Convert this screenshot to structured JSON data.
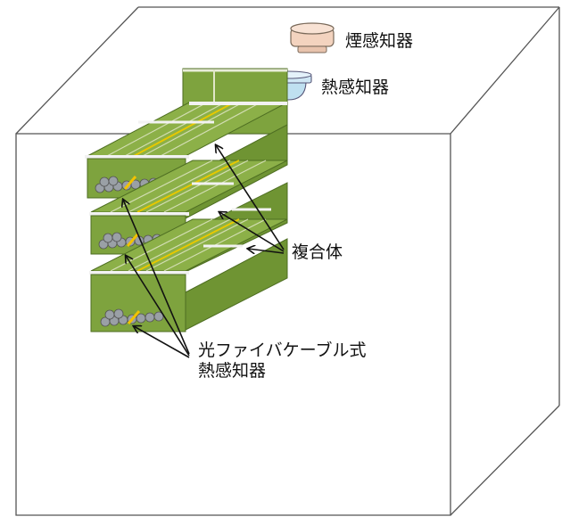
{
  "labels": {
    "smoke_detector": "煙感知器",
    "heat_detector": "熱感知器",
    "composite": "複合体",
    "fiber_line1": "光ファイバケーブル式",
    "fiber_line2": "熱感知器"
  },
  "colors": {
    "tray_green": "#7ea33e",
    "tray_dark": "#4e6e22",
    "stripe_light": "#e8ecd8",
    "cable_gray": "#9aa0a6",
    "fiber_yellow": "#f2c200",
    "smoke_body": "#f3d3bf",
    "heat_body": "#bfe0f0",
    "outline": "#333333"
  }
}
